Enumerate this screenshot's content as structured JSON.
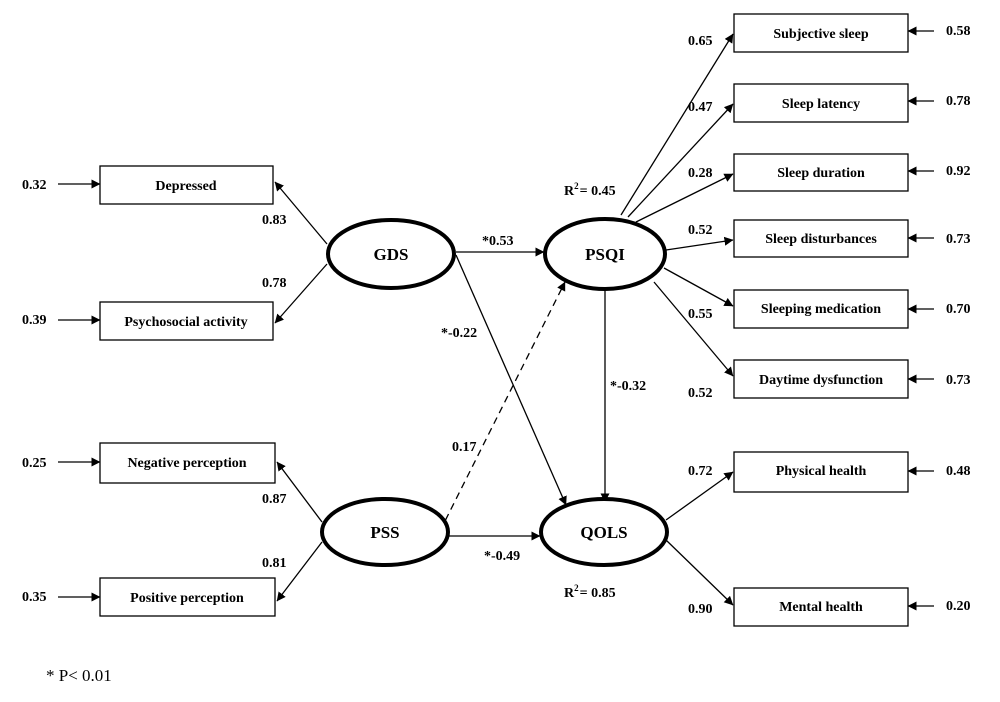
{
  "latent_variables": {
    "gds": "GDS",
    "psqi": "PSQI",
    "pss": "PSS",
    "qols": "QOLS"
  },
  "indicators": {
    "depressed": "Depressed",
    "psychosocial": "Psychosocial activity",
    "negative_perception": "Negative perception",
    "positive_perception": "Positive perception",
    "subjective_sleep": "Subjective sleep",
    "sleep_latency": "Sleep latency",
    "sleep_duration": "Sleep duration",
    "sleep_disturbances": "Sleep disturbances",
    "sleeping_medication": "Sleeping medication",
    "daytime_dysfunction": "Daytime dysfunction",
    "physical_health": "Physical health",
    "mental_health": "Mental health"
  },
  "loadings": {
    "depressed": "0.83",
    "psychosocial": "0.78",
    "negative_perception": "0.87",
    "positive_perception": "0.81",
    "subjective_sleep": "0.65",
    "sleep_latency": "0.47",
    "sleep_duration": "0.28",
    "sleep_disturbances": "0.52",
    "sleeping_medication": "0.55",
    "daytime_dysfunction": "0.52",
    "physical_health": "0.72",
    "mental_health": "0.90"
  },
  "errors": {
    "depressed": "0.32",
    "psychosocial": "0.39",
    "negative_perception": "0.25",
    "positive_perception": "0.35",
    "subjective_sleep": "0.58",
    "sleep_latency": "0.78",
    "sleep_duration": "0.92",
    "sleep_disturbances": "0.73",
    "sleeping_medication": "0.70",
    "daytime_dysfunction": "0.73",
    "physical_health": "0.48",
    "mental_health": "0.20"
  },
  "paths": {
    "gds_psqi": "*0.53",
    "gds_qols": "*-0.22",
    "pss_psqi": "0.17",
    "pss_qols": "*-0.49",
    "psqi_qols": "*-0.32"
  },
  "r_squared": {
    "prefix": "R",
    "sup": "2",
    "psqi_value": "= 0.45",
    "qols_value": "= 0.85"
  },
  "note": "* P< 0.01"
}
